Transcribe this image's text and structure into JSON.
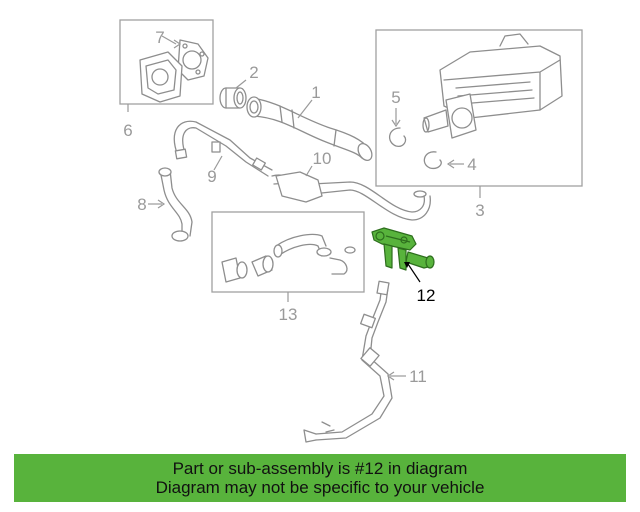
{
  "callouts": {
    "c1": "1",
    "c2": "2",
    "c3": "3",
    "c4": "4",
    "c5": "5",
    "c6": "6",
    "c7": "7",
    "c8": "8",
    "c9": "9",
    "c10": "10",
    "c11": "11",
    "c12": "12",
    "c13": "13"
  },
  "highlight": {
    "part_number": "12",
    "color": "#58b33c"
  },
  "banner": {
    "line1": "Part or sub-assembly is #12 in diagram",
    "line2": "Diagram may not be specific to your vehicle",
    "background": "#58b33c"
  }
}
